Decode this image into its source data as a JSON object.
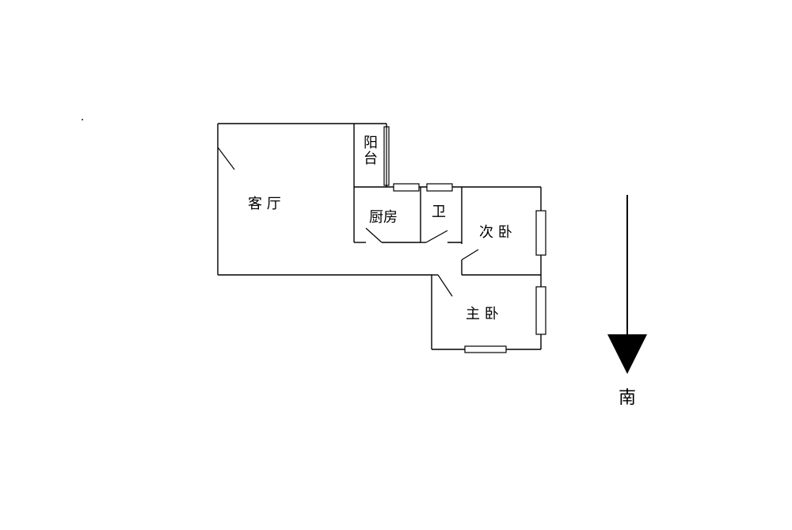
{
  "rooms": {
    "living": "客 厅",
    "balcony_1": "阳",
    "balcony_2": "台",
    "kitchen": "厨房",
    "bathroom": "卫",
    "second_bedroom": "次 卧",
    "master_bedroom": "主 卧"
  },
  "compass": {
    "direction": "南"
  }
}
